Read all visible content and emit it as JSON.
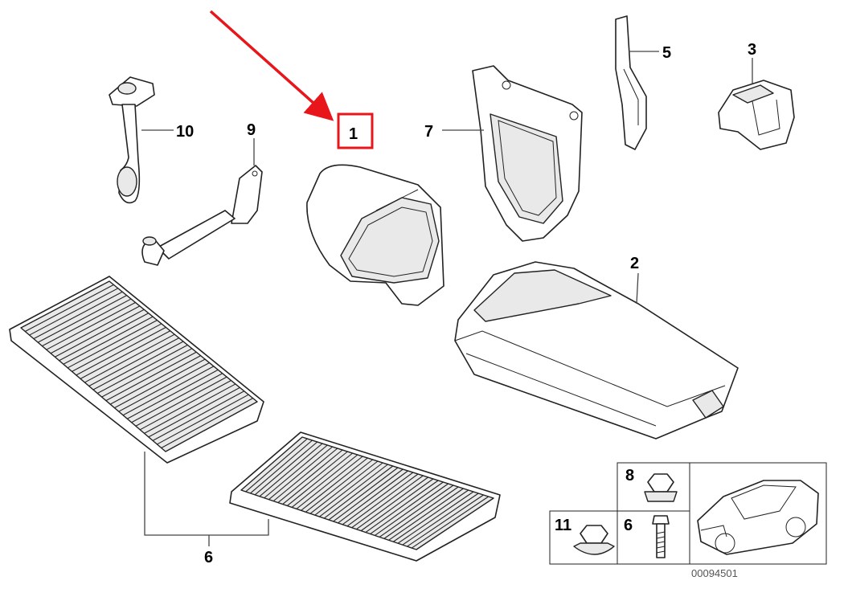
{
  "diagram": {
    "part_numbers": {
      "p1": "1",
      "p2": "2",
      "p3": "3",
      "p5": "5",
      "p6_filters": "6",
      "p6_bolt": "6",
      "p7": "7",
      "p8": "8",
      "p9": "9",
      "p10": "10",
      "p11": "11"
    },
    "diagram_code": "00094501",
    "highlight": {
      "target": "1",
      "color": "#e8161b"
    },
    "arrow_color": "#e8161b"
  }
}
